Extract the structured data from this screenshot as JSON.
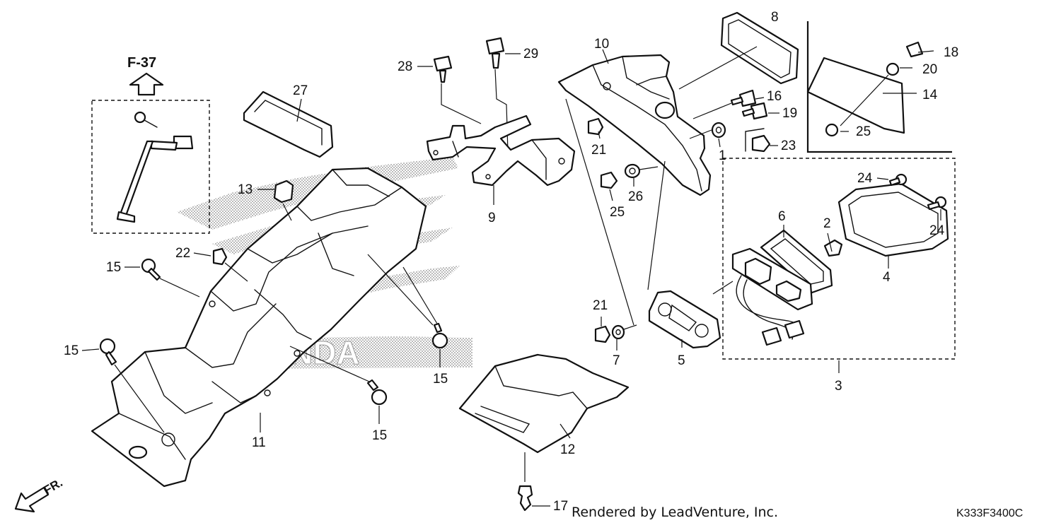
{
  "callouts": {
    "c1": "1",
    "c2": "2",
    "c3": "3",
    "c4": "4",
    "c5": "5",
    "c6": "6",
    "c7": "7",
    "c8": "8",
    "c9": "9",
    "c10": "10",
    "c11": "11",
    "c12": "12",
    "c13": "13",
    "c14": "14",
    "c15a": "15",
    "c15b": "15",
    "c15c": "15",
    "c15d": "15",
    "c16": "16",
    "c17": "17",
    "c18": "18",
    "c19": "19",
    "c20": "20",
    "c21a": "21",
    "c21b": "21",
    "c22": "22",
    "c23": "23",
    "c24a": "24",
    "c24b": "24",
    "c25a": "25",
    "c25b": "25",
    "c26": "26",
    "c27": "27",
    "c28": "28",
    "c29": "29"
  },
  "reference_label": "F-37",
  "direction_label": "FR.",
  "footer_text": "Rendered by LeadVenture, Inc.",
  "diagram_code": "K333F3400C",
  "watermark_brand": "HONDA"
}
